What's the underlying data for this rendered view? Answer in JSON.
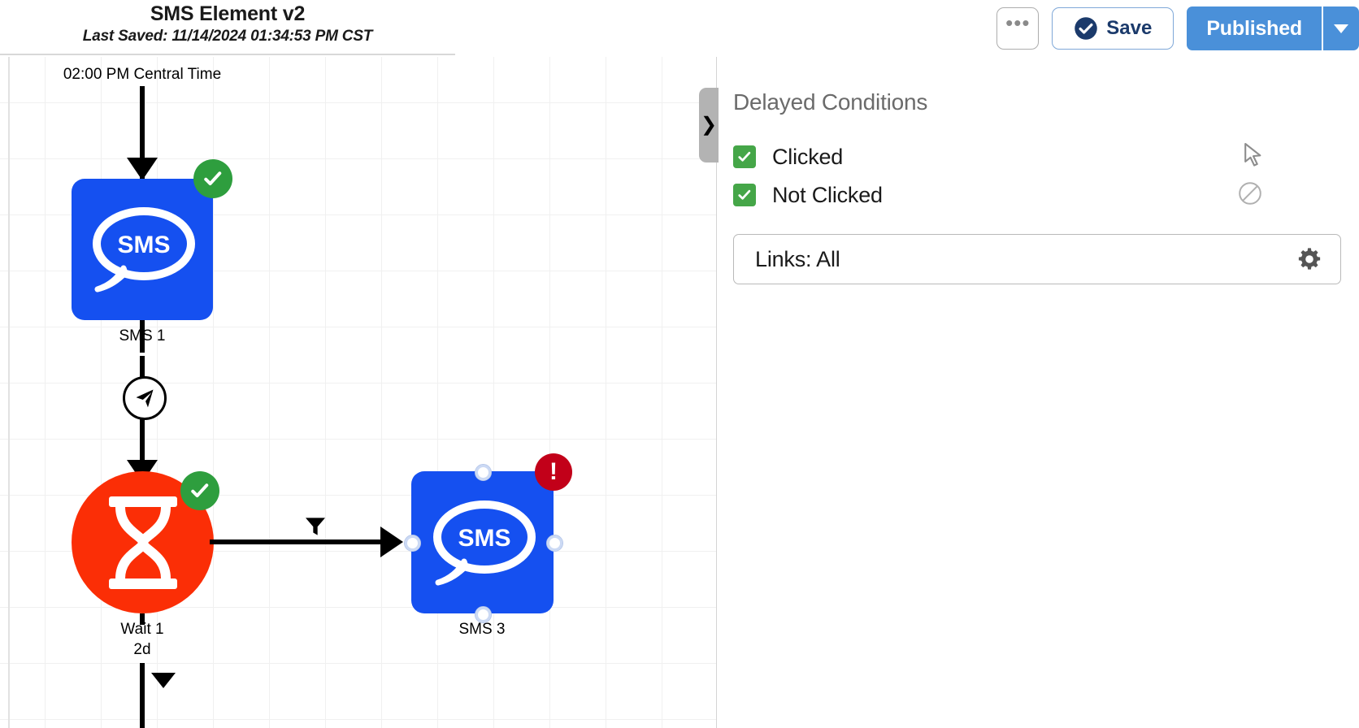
{
  "header": {
    "title": "SMS Element v2",
    "last_saved": "Last Saved: 11/14/2024 01:34:53 PM CST",
    "ellipsis_label": "•••",
    "save_label": "Save",
    "publish_label": "Published",
    "publish_caret_name": "chevron-down-icon",
    "accent_blue": "#4a90d9",
    "save_text_color": "#1b3a6b"
  },
  "canvas": {
    "schedule_time": "02:00 PM Central Time",
    "nodes": [
      {
        "id": "sms1",
        "label": "SMS 1",
        "type": "sms",
        "icon": "sms-bubble-icon",
        "color": "#1550f0",
        "badge": "check"
      },
      {
        "id": "wait1",
        "label": "Wait 1",
        "sublabel": "2d",
        "type": "wait",
        "icon": "hourglass-icon",
        "color": "#fb2e06",
        "badge": "check"
      },
      {
        "id": "sms3",
        "label": "SMS 3",
        "type": "sms",
        "icon": "sms-bubble-icon",
        "color": "#1550f0",
        "badge": "error",
        "badge_glyph": "!",
        "selected": true
      }
    ],
    "edge_icons": [
      {
        "id": "send",
        "name": "send-plane-icon"
      },
      {
        "id": "filter",
        "name": "filter-funnel-icon"
      }
    ],
    "sms_glyph": "SMS"
  },
  "panel": {
    "toggle_glyph": "❯",
    "heading": "Delayed Conditions",
    "conditions": [
      {
        "label": "Clicked",
        "checked": true
      },
      {
        "label": "Not Clicked",
        "checked": true
      }
    ],
    "links_select": {
      "value": "Links: All",
      "gear_name": "gear-icon"
    },
    "side_icons": [
      {
        "name": "mouse-pointer-icon"
      },
      {
        "name": "no-entry-icon"
      }
    ],
    "checkbox_color": "#45a648"
  }
}
